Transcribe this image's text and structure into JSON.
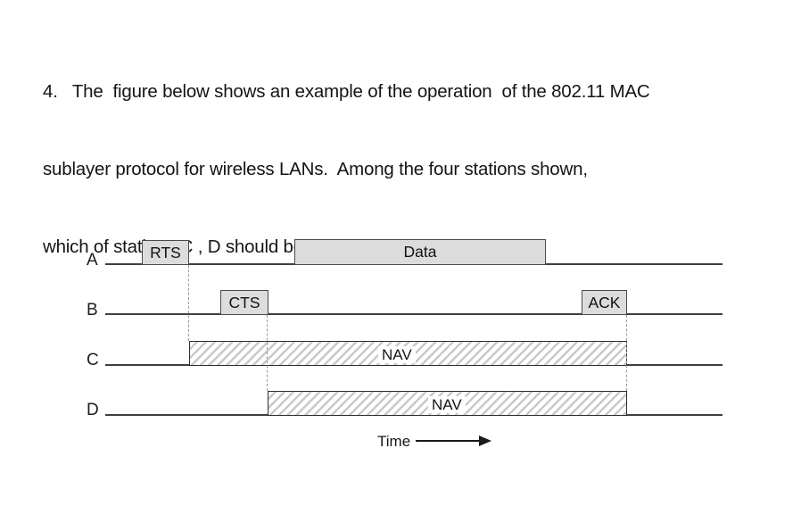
{
  "question": {
    "lines": [
      "4.   The  figure below shows an example of the operation  of the 802.11 MAC",
      "sublayer protocol for wireless LANs.  Among the four stations shown,",
      "which of stations C , D should be closer to A, and why?"
    ]
  },
  "figure": {
    "stations": [
      {
        "name": "A"
      },
      {
        "name": "B"
      },
      {
        "name": "C"
      },
      {
        "name": "D"
      }
    ],
    "frames": {
      "rts": "RTS",
      "cts": "CTS",
      "data": "Data",
      "ack": "ACK"
    },
    "nav": {
      "c_label": "NAV",
      "d_label": "NAV"
    },
    "time_label": "Time"
  },
  "colors": {
    "frame_fill": "#dcdcdc",
    "frame_border": "#4a4a4a",
    "hatch_stripe": "#c9c9c9",
    "station_line": "#3f3f3f",
    "dashed_line": "#9a9a9a",
    "text": "#141414",
    "arrow": "#1a1a1a"
  }
}
